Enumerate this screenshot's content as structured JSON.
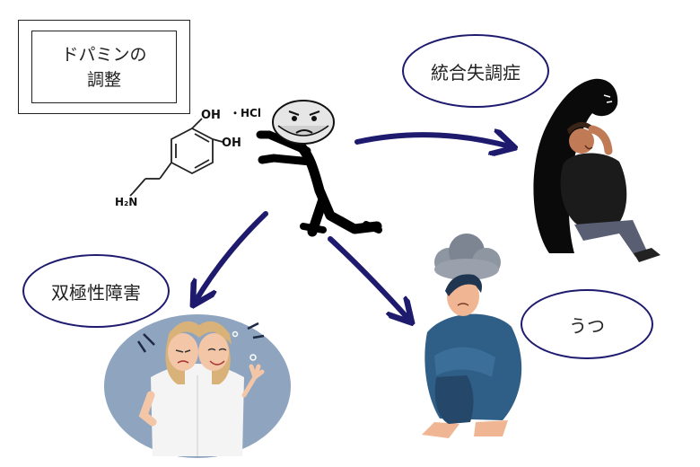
{
  "title": {
    "line1": "ドパミンの",
    "line2": "調整"
  },
  "molecule": {
    "oh_top": "OH",
    "oh_bottom": "OH",
    "hcl": "・HCl",
    "amine": "H₂N"
  },
  "disorders": {
    "schizophrenia": "統合失調症",
    "bipolar": "双極性障害",
    "depression": "うつ"
  },
  "colors": {
    "arrow": "#1e1a6e",
    "oval_border": "#1e1a6e"
  }
}
